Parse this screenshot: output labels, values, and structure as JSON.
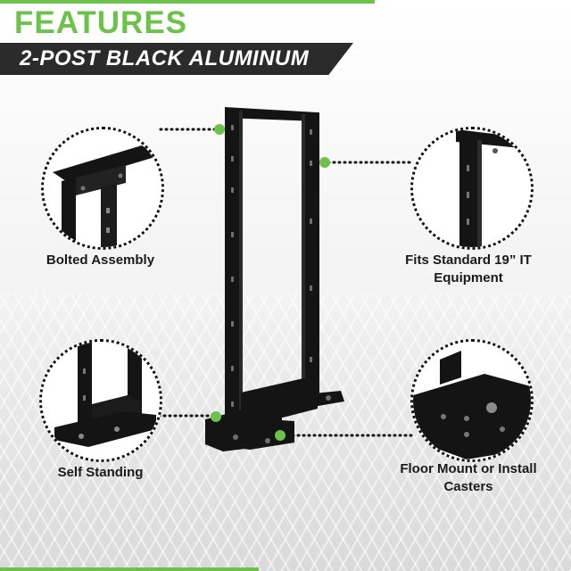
{
  "header": {
    "title": "FEATURES",
    "subtitle": "2-POST BLACK ALUMINUM"
  },
  "features": [
    {
      "label": "Bolted Assembly"
    },
    {
      "label": "Fits Standard 19” IT Equipment"
    },
    {
      "label": "Self Standing"
    },
    {
      "label": "Floor Mount or Install Casters"
    }
  ],
  "colors": {
    "accent": "#6cc24a",
    "banner": "#2b2b2b",
    "rack": "#141414"
  },
  "icons": [
    "rack-product-image",
    "callout-dot-icon"
  ]
}
